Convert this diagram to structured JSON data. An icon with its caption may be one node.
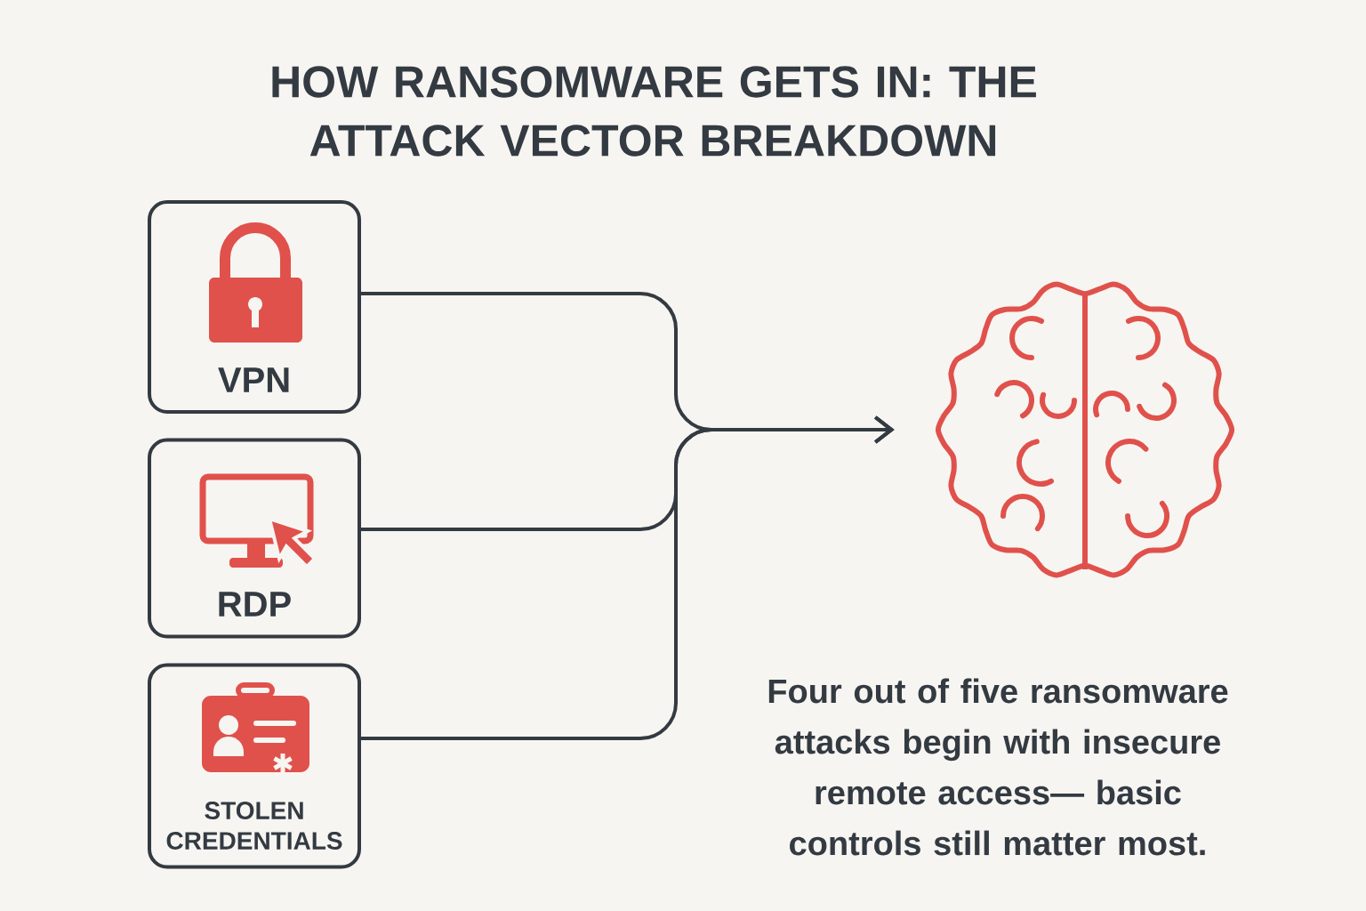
{
  "diagram": {
    "title": "HOW RANSOMWARE GETS IN: THE ATTACK VECTOR BREAKDOWN",
    "nodes": [
      {
        "text": [
          "VPN"
        ]
      },
      {
        "text": [
          "RDP"
        ]
      },
      {
        "text": [
          "STOLEN CREDENTIALS"
        ]
      },
      {
        "text": [],
        "shape": "picture"
      }
    ],
    "edges": [
      {
        "from": 0,
        "to": 3,
        "arrow": "to"
      },
      {
        "from": 1,
        "to": 3,
        "arrow": "to"
      },
      {
        "from": 2,
        "to": 3,
        "arrow": "to"
      }
    ],
    "labels": [
      "Four out of five ransomware attacks begin with insecure remote access— basic controls still matter most."
    ]
  }
}
